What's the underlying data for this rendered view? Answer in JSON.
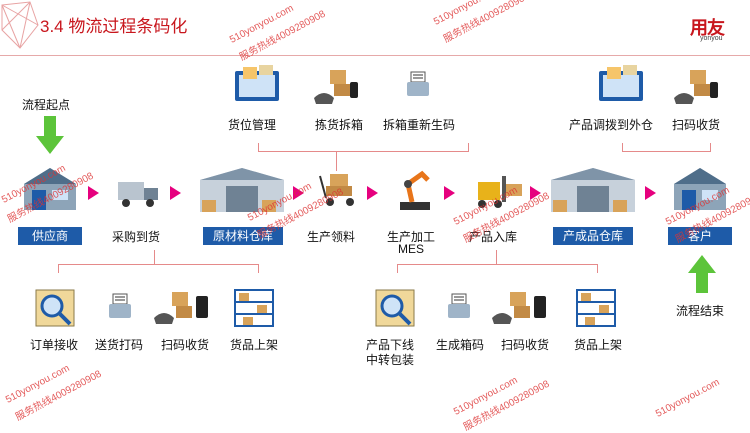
{
  "header": {
    "title": "3.4 物流过程条码化",
    "logo": "用友",
    "logo_sub": "yonyou"
  },
  "start_label": "流程起点",
  "end_label": "流程结束",
  "main_flow": [
    {
      "label": "供应商",
      "style": "blue"
    },
    {
      "label": "采购到货",
      "style": "plain"
    },
    {
      "label": "原材料仓库",
      "style": "blue"
    },
    {
      "label": "生产领料",
      "style": "plain"
    },
    {
      "label": "生产加工",
      "label2": "MES",
      "style": "plain"
    },
    {
      "label": "产品入库",
      "style": "plain"
    },
    {
      "label": "产成品仓库",
      "style": "blue"
    },
    {
      "label": "客户",
      "style": "blue"
    }
  ],
  "top_left_group": [
    "货位管理",
    "拣货拆箱",
    "拆箱重新生码"
  ],
  "top_right_group": [
    "产品调拨到外仓",
    "扫码收货"
  ],
  "bottom_left_group": [
    "订单接收",
    "送货打码",
    "扫码收货",
    "货品上架"
  ],
  "bottom_right_group": [
    {
      "line1": "产品下线",
      "line2": "中转包装"
    },
    {
      "line1": "生成箱码"
    },
    {
      "line1": "扫码收货"
    },
    {
      "line1": "货品上架"
    }
  ],
  "watermarks": [
    "510yonyou.com",
    "服务热线4009280908"
  ]
}
